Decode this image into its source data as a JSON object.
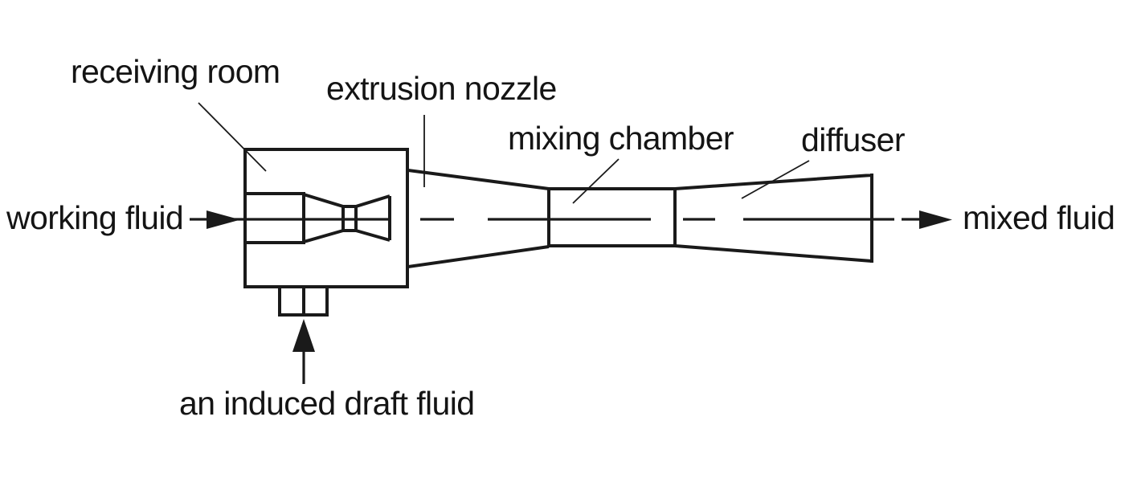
{
  "labels": {
    "receiving_room": "receiving room",
    "extrusion_nozzle": "extrusion nozzle",
    "mixing_chamber": "mixing chamber",
    "diffuser": "diffuser",
    "working_fluid": "working fluid",
    "mixed_fluid": "mixed fluid",
    "induced_draft_fluid": "an induced draft fluid"
  },
  "colors": {
    "line": "#1a1a1a",
    "background": "#ffffff",
    "text": "#141414"
  }
}
